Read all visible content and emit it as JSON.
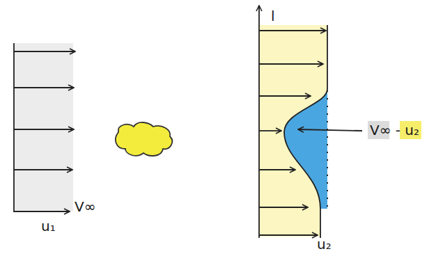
{
  "diagram": {
    "labels": [
      "V∞",
      "u₁",
      "l",
      "u₂",
      "V∞ - u₂"
    ]
  }
}
